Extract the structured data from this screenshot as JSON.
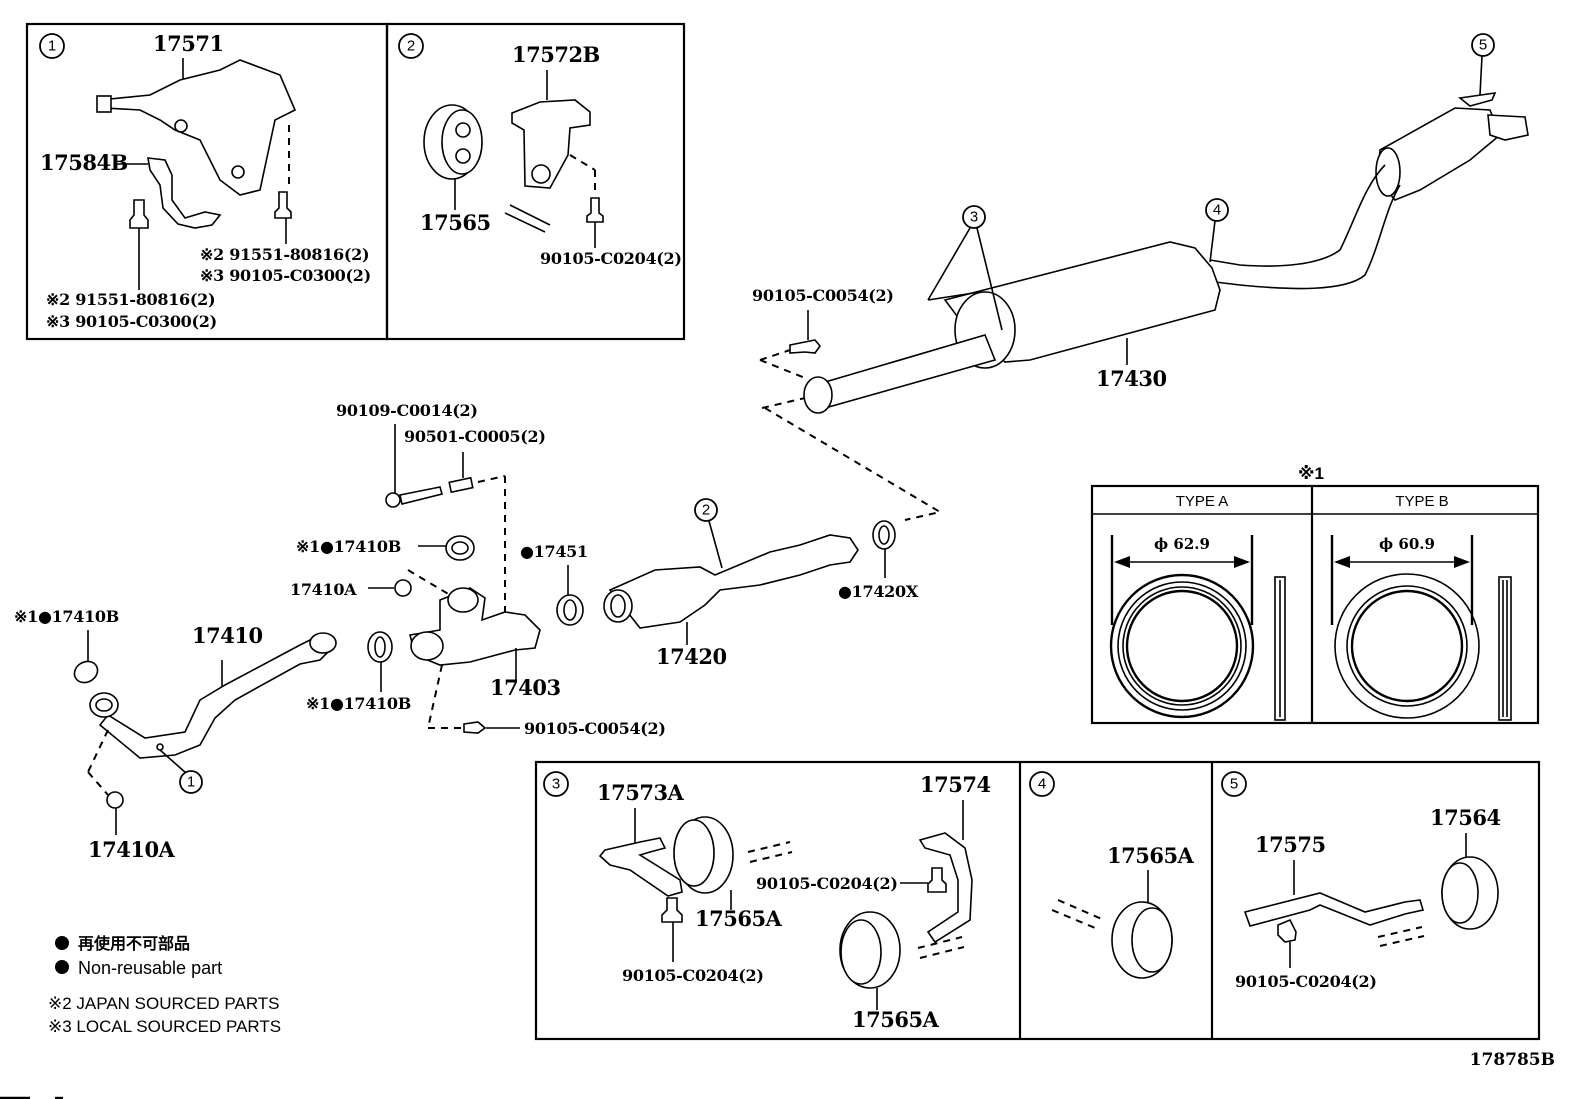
{
  "diagram": {
    "drawing_number": "178785B",
    "legend": {
      "non_reusable_jp": "再使用不可部品",
      "non_reusable_en": "Non-reusable part",
      "note2": "※2 JAPAN SOURCED PARTS",
      "note3": "※3 LOCAL SOURCED PARTS"
    },
    "type_table": {
      "title": "※1",
      "types": [
        {
          "name": "TYPE A",
          "diameter": "ϕ 62.9"
        },
        {
          "name": "TYPE B",
          "diameter": "ϕ 60.9"
        }
      ]
    },
    "detail_boxes": {
      "box1": {
        "marker": "1",
        "parts": {
          "bracket": "17571",
          "clamp": "17584B",
          "bolt_right_jp": "※2 91551-80816(2)",
          "bolt_right_local": "※3 90105-C0300(2)",
          "bolt_left_jp": "※2 91551-80816(2)",
          "bolt_left_local": "※3 90105-C0300(2)"
        }
      },
      "box2": {
        "marker": "2",
        "parts": {
          "bracket": "17572B",
          "hanger": "17565",
          "bolt": "90105-C0204(2)"
        }
      },
      "box3": {
        "marker": "3",
        "parts": {
          "bracket_left": "17573A",
          "hanger_left": "17565A",
          "bolt_left": "90105-C0204(2)",
          "bracket_right": "17574",
          "bolt_right": "90105-C0204(2)",
          "hanger_right": "17565A"
        }
      },
      "box4": {
        "marker": "4",
        "parts": {
          "hanger": "17565A"
        }
      },
      "box5": {
        "marker": "5",
        "parts": {
          "bracket": "17575",
          "hanger": "17564",
          "bolt": "90105-C0204(2)"
        }
      }
    },
    "main_parts": {
      "muffler_bolt": "90105-C0054(2)",
      "center_muffler": "17430",
      "bolt_manifold": "90109-C0014(2)",
      "spring": "90501-C0005(2)",
      "gasket_upper": "※1●17410B",
      "nut_upper": "17410A",
      "gasket_front": "●17451",
      "gasket_rear": "●17420X",
      "front_pipe": "17410",
      "gasket_left": "※1●17410B",
      "gasket_lower": "※1●17410B",
      "nut_lower": "17410A",
      "manifold_pipe": "17403",
      "converter": "17420",
      "bolt_lower": "90105-C0054(2)"
    },
    "callouts": [
      "1",
      "2",
      "3",
      "4",
      "5"
    ]
  }
}
